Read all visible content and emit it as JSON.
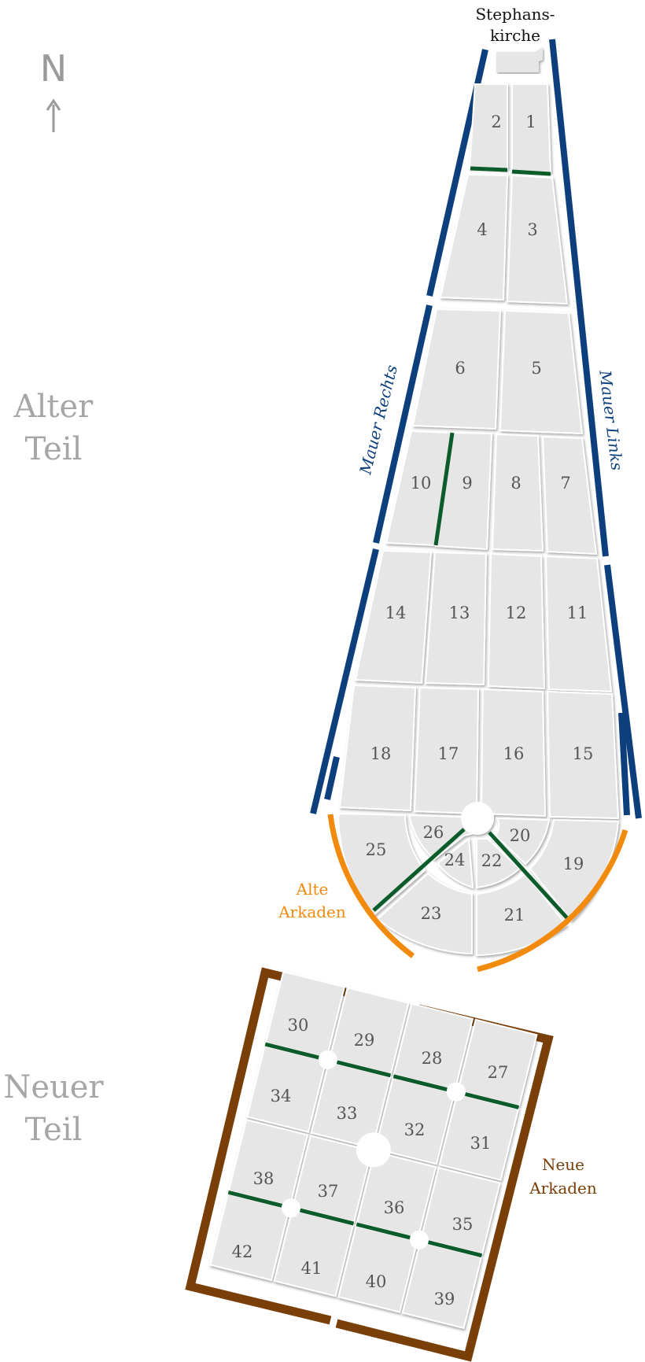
{
  "compass": {
    "letter": "N",
    "arrow_icon": "north-arrow-icon"
  },
  "sections": {
    "old": {
      "line1": "Alter",
      "line2": "Teil"
    },
    "new": {
      "line1": "Neuer",
      "line2": "Teil"
    }
  },
  "church": {
    "line1": "Stephans-",
    "line2": "kirche"
  },
  "walls": {
    "right": "Mauer Rechts",
    "left": "Mauer Links"
  },
  "arcades": {
    "old": {
      "line1": "Alte",
      "line2": "Arkaden"
    },
    "new": {
      "line1": "Neue",
      "line2": "Arkaden"
    }
  },
  "colors": {
    "wall": "#0d3f7d",
    "hedge": "#0c5b2a",
    "old_arcade": "#f28a0e",
    "new_arcade": "#7a3f08",
    "plot": "#e6e6e6",
    "section_label": "#a6a6a6"
  },
  "plots": [
    "1",
    "2",
    "3",
    "4",
    "5",
    "6",
    "7",
    "8",
    "9",
    "10",
    "11",
    "12",
    "13",
    "14",
    "15",
    "16",
    "17",
    "18",
    "19",
    "20",
    "21",
    "22",
    "23",
    "24",
    "25",
    "26",
    "27",
    "28",
    "29",
    "30",
    "31",
    "32",
    "33",
    "34",
    "35",
    "36",
    "37",
    "38",
    "39",
    "40",
    "41",
    "42"
  ]
}
